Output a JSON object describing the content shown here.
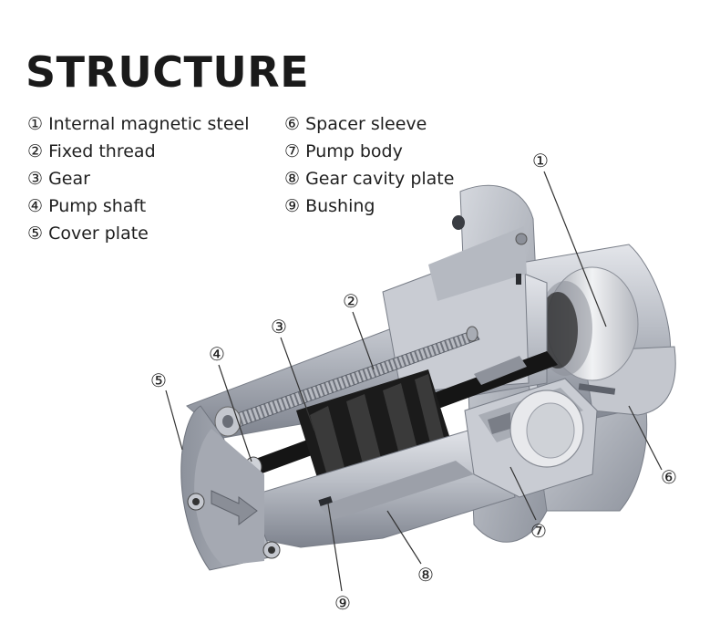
{
  "title": "STRUCTURE",
  "legend_left": [
    "① Internal magnetic steel",
    "② Fixed thread",
    "③ Gear",
    "④ Pump shaft",
    "⑤ Cover plate"
  ],
  "legend_right": [
    "⑥ Spacer sleeve",
    "⑦ Pump body",
    "⑧ Gear cavity plate",
    "⑨ Bushing"
  ],
  "callouts": {
    "c1": "①",
    "c2": "②",
    "c3": "③",
    "c4": "④",
    "c5": "⑤",
    "c6": "⑥",
    "c7": "⑦",
    "c8": "⑧",
    "c9": "⑨"
  },
  "colors": {
    "metal_light": "#c9ccd3",
    "metal_mid": "#a4a8b2",
    "metal_dark": "#6f7480",
    "shaft": "#141414",
    "magnet": "#d9dbe0"
  }
}
